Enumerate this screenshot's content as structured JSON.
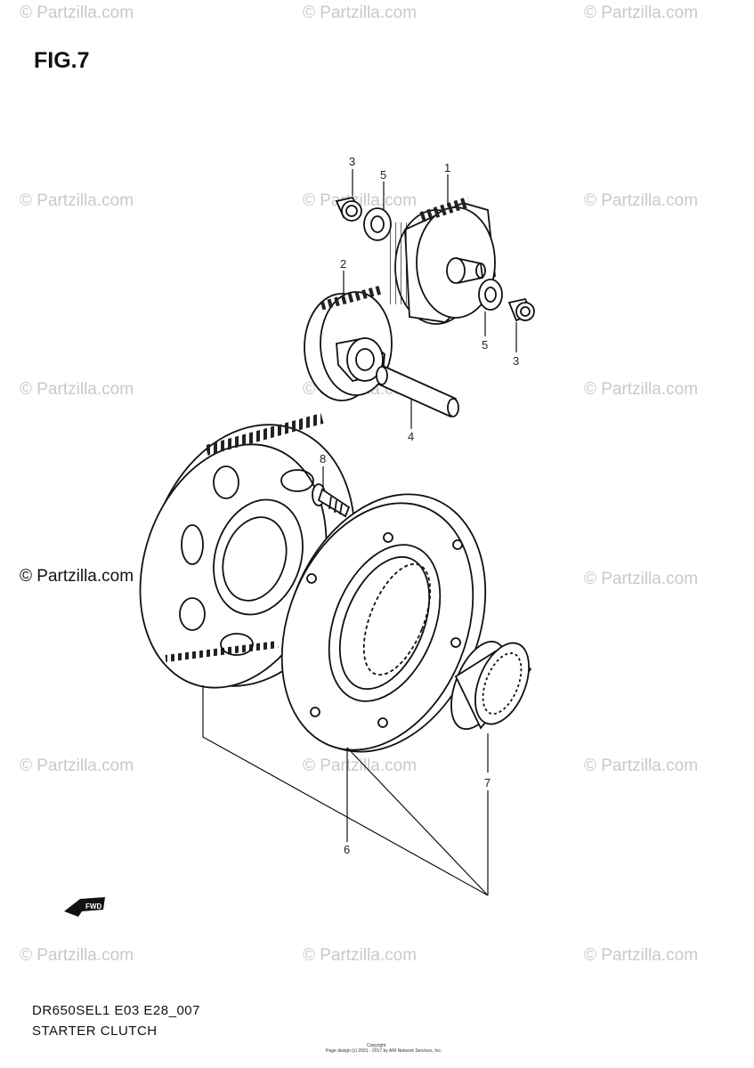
{
  "watermark": "© Partzilla.com",
  "watermark_prominent": "© Partzilla.com",
  "figure_label": "FIG.7",
  "part_numbers": {
    "washer_top_left_3": "3",
    "washer_top_left_5": "5",
    "clutch_1": "1",
    "gear_2": "2",
    "washer_right_5": "5",
    "spacer_right_3": "3",
    "shaft_4": "4",
    "bolt_8": "8",
    "clutch_assembly_6": "6",
    "bearing_7": "7"
  },
  "fwd_label": "FWD",
  "model_code": "DR650SEL1 E03 E28_007",
  "caption": "STARTER CLUTCH",
  "copyright_line1": "Copyright",
  "copyright_line2": "Page design (c) 2001 - 2017 by ARI Network Services, Inc."
}
